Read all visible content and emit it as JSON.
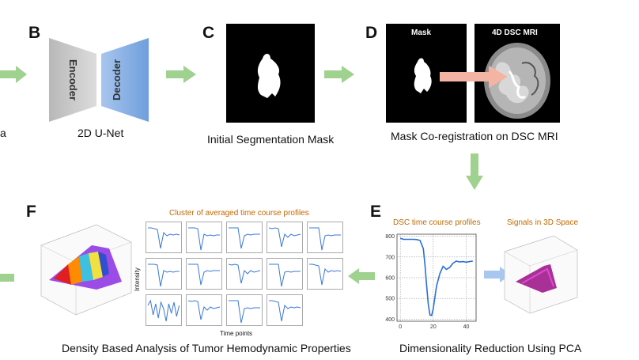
{
  "panels": {
    "a": {
      "caption_fragment": "a"
    },
    "b": {
      "letter": "B",
      "encoder_label": "Encoder",
      "decoder_label": "Decoder",
      "caption": "2D U-Net"
    },
    "c": {
      "letter": "C",
      "caption": "Initial Segmentation Mask"
    },
    "d": {
      "letter": "D",
      "mask_label": "Mask",
      "mri_label": "4D DSC MRI",
      "caption": "Mask Co-registration on DSC MRI"
    },
    "e": {
      "letter": "E",
      "profile_title": "DSC time course profiles",
      "space_title": "Signals in 3D Space",
      "caption": "Dimensionality Reduction Using PCA"
    },
    "f": {
      "letter": "F",
      "cluster_title": "Cluster of averaged time course profiles",
      "y_label": "Intensity",
      "x_label": "Time points",
      "caption": "Density Based Analysis of Tumor Hemodynamic Properties"
    }
  },
  "colors": {
    "arrow_green": "#9fd18f",
    "encoder_gray": "#c6c6c6",
    "decoder_blue": "#8ab4e6",
    "orange_title": "#c06a00",
    "signal_purple": "#a0198c"
  },
  "chart_data": {
    "type": "line",
    "title": "DSC time course profiles",
    "x": [
      0,
      2,
      4,
      6,
      8,
      10,
      12,
      14,
      15,
      16,
      17,
      18,
      19,
      20,
      22,
      24,
      26,
      28,
      30,
      32,
      34,
      36,
      38,
      40,
      42,
      44
    ],
    "y": [
      790,
      785,
      785,
      785,
      785,
      784,
      780,
      740,
      660,
      560,
      470,
      420,
      418,
      450,
      560,
      620,
      655,
      640,
      650,
      670,
      680,
      676,
      678,
      675,
      678,
      680
    ],
    "xticks": [
      "0",
      "20",
      "40"
    ],
    "yticks": [
      "400",
      "500",
      "600",
      "700",
      "800"
    ],
    "xlim": [
      -2,
      46
    ],
    "ylim": [
      390,
      810
    ],
    "grid": true
  }
}
